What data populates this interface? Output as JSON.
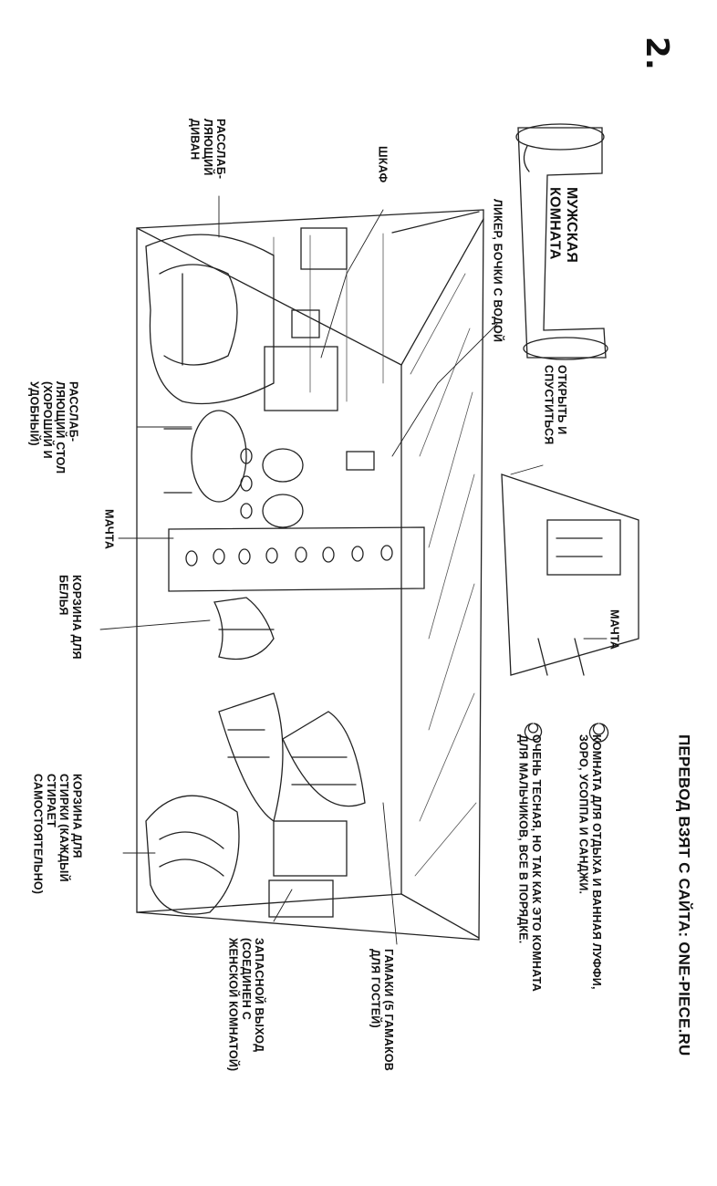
{
  "page_number": "2.",
  "translation_credit": "ПЕРЕВОД ВЗЯТ С САЙТА: ONE-PIECE.RU",
  "notes": [
    "КОМНАТА ДЛЯ ОТДЫХА И ВАННАЯ ЛУФФИ,\nЗОРО, УСОППА И САНДЖИ.",
    "ОЧЕНЬ ТЕСНАЯ, НО ТАК КАК ЭТО КОМНАТА\nДЛЯ МАЛЬЧИКОВ, ВСЕ В ПОРЯДКЕ."
  ],
  "scroll_title": "МУЖСКАЯ\nКОМНАТА",
  "labels": {
    "sofa": "РАССЛАБ-\nЛЯЮЩИЙ\nДИВАН",
    "cabinet": "ШКАФ",
    "liquor": "ЛИКЕР, БОЧКИ С ВОДОЙ",
    "hatch": "ОТКРЫТЬ И\nСПУСТИТЬСЯ",
    "table": "РАССЛАБ-\nЛЯЮЩИЙ СТОЛ\n(ХОРОШИЙ И\nУДОБНЫЙ)",
    "mast_left": "МАЧТА",
    "linen_basket": "КОРЗИНА ДЛЯ\nБЕЛЬЯ",
    "mast_right": "МАЧТА",
    "laundry_basket": "КОРЗИНА ДЛЯ\nСТИРКИ (КАЖДЫЙ\nСТИРАЕТ\nСАМОСТОЯТЕЛЬНО)",
    "emergency_exit": "ЗАПАСНОЙ ВЫХОД\n(СОЕДИНЕН С\nЖЕНСКОЙ КОМНАТОЙ)",
    "hammocks": "ГАМАКИ (5 ГАМАКОВ\nДЛЯ ГОСТЕЙ)"
  }
}
